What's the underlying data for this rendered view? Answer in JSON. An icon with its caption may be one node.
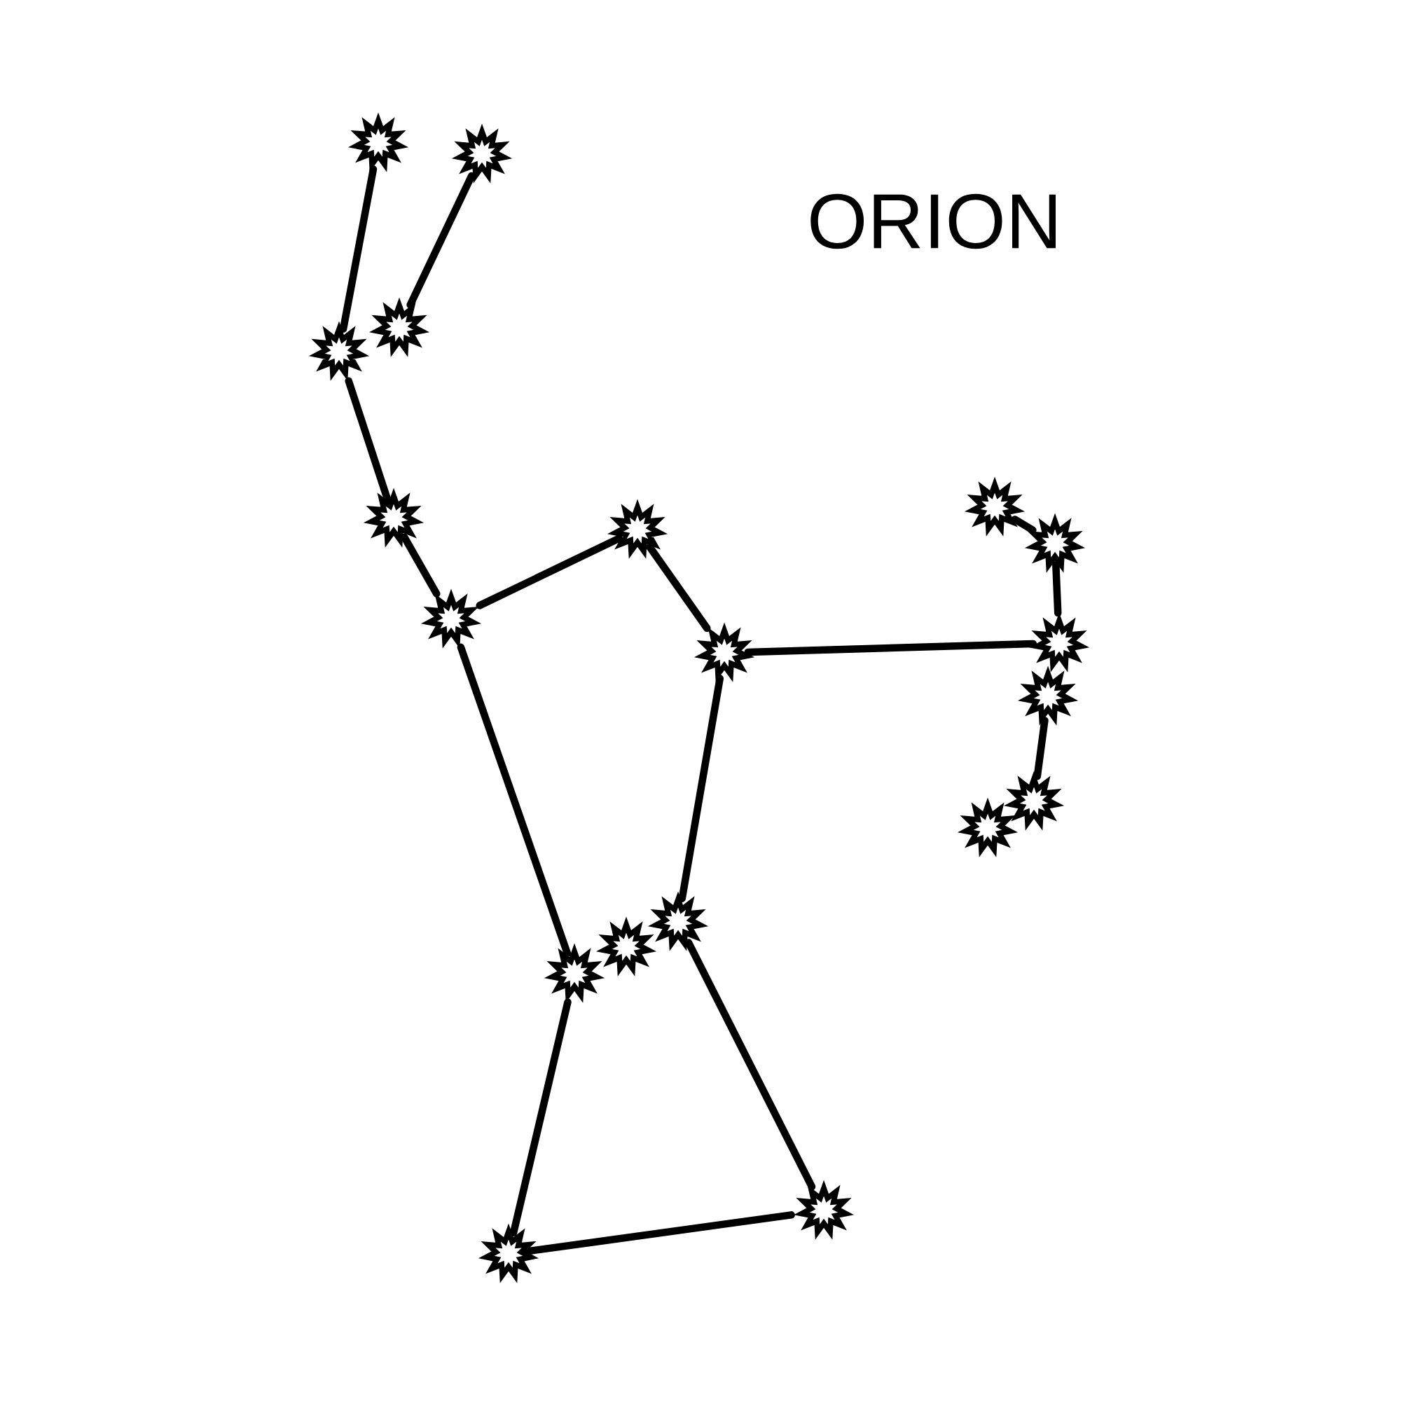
{
  "diagram": {
    "title": "ORION",
    "nodes": [
      {
        "text": [],
        "shape": "star"
      },
      {
        "text": [],
        "shape": "star"
      },
      {
        "text": [],
        "shape": "star"
      },
      {
        "text": [],
        "shape": "star"
      },
      {
        "text": [],
        "shape": "star"
      },
      {
        "text": [],
        "shape": "star"
      },
      {
        "text": [],
        "shape": "star"
      },
      {
        "text": [],
        "shape": "star"
      },
      {
        "text": [],
        "shape": "star"
      },
      {
        "text": [],
        "shape": "star"
      },
      {
        "text": [],
        "shape": "star"
      },
      {
        "text": [],
        "shape": "star"
      },
      {
        "text": [],
        "shape": "star"
      },
      {
        "text": [],
        "shape": "star"
      },
      {
        "text": [],
        "shape": "star"
      },
      {
        "text": [],
        "shape": "star"
      },
      {
        "text": [],
        "shape": "star"
      },
      {
        "text": [],
        "shape": "star"
      },
      {
        "text": [],
        "shape": "star"
      }
    ],
    "edges": [
      {
        "from": 0,
        "to": 3,
        "arrow": "none"
      },
      {
        "from": 1,
        "to": 2,
        "arrow": "none"
      },
      {
        "from": 3,
        "to": 4,
        "arrow": "none"
      },
      {
        "from": 4,
        "to": 5,
        "arrow": "none"
      },
      {
        "from": 5,
        "to": 6,
        "arrow": "none"
      },
      {
        "from": 6,
        "to": 7,
        "arrow": "none"
      },
      {
        "from": 7,
        "to": 10,
        "arrow": "none"
      },
      {
        "from": 8,
        "to": 9,
        "arrow": "none"
      },
      {
        "from": 9,
        "to": 10,
        "arrow": "none"
      },
      {
        "from": 11,
        "to": 12,
        "arrow": "none"
      },
      {
        "from": 5,
        "to": 16,
        "arrow": "none"
      },
      {
        "from": 7,
        "to": 14,
        "arrow": "none"
      },
      {
        "from": 14,
        "to": 17,
        "arrow": "none"
      },
      {
        "from": 16,
        "to": 18,
        "arrow": "none"
      },
      {
        "from": 18,
        "to": 17,
        "arrow": "none"
      }
    ]
  }
}
